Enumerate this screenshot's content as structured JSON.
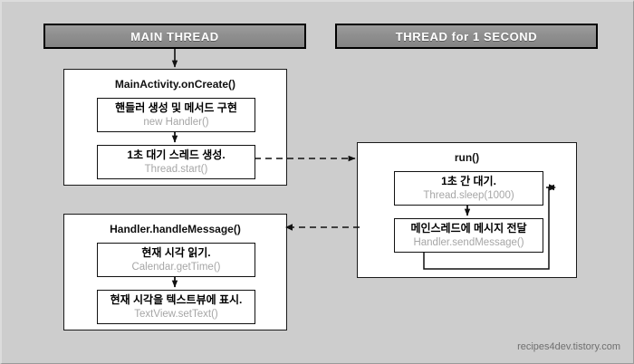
{
  "diagram": {
    "background_color": "#cdcdcd",
    "banners": [
      {
        "id": "main-thread",
        "label": "MAIN  THREAD"
      },
      {
        "id": "worker-thread",
        "label": "THREAD  for  1 SECOND"
      }
    ],
    "groups": [
      {
        "id": "oncreate",
        "title": "MainActivity.onCreate()",
        "steps": [
          {
            "primary": "핸들러 생성 및 메서드 구현",
            "secondary": "new Handler()"
          },
          {
            "primary": "1초 대기 스레드 생성.",
            "secondary": "Thread.start()"
          }
        ]
      },
      {
        "id": "handlemessage",
        "title": "Handler.handleMessage()",
        "steps": [
          {
            "primary": "현재 시각 읽기.",
            "secondary": "Calendar.getTime()"
          },
          {
            "primary": "현재 시각을 텍스트뷰에 표시.",
            "secondary": "TextView.setText()"
          }
        ]
      },
      {
        "id": "run",
        "title": "run()",
        "steps": [
          {
            "primary": "1초 간 대기.",
            "secondary": "Thread.sleep(1000)"
          },
          {
            "primary": "메인스레드에 메시지 전달",
            "secondary": "Handler.sendMessage()"
          }
        ]
      }
    ],
    "connectors": [
      {
        "id": "banner-to-oncreate",
        "style": "solid",
        "direction": "down"
      },
      {
        "id": "new-handler-to-thread-start",
        "style": "solid",
        "direction": "down"
      },
      {
        "id": "thread-start-to-run",
        "style": "dashed",
        "direction": "right"
      },
      {
        "id": "sleep-to-sendmessage",
        "style": "solid",
        "direction": "down"
      },
      {
        "id": "sendmessage-loop-to-sleep",
        "style": "solid",
        "direction": "loop-up"
      },
      {
        "id": "sendmessage-to-handlemessage",
        "style": "dashed",
        "direction": "left"
      },
      {
        "id": "gettime-to-settext",
        "style": "solid",
        "direction": "down"
      }
    ],
    "watermark": "recipes4dev.tistory.com",
    "colors": {
      "banner_text": "#ffffff",
      "banner_fill": "#8f8f8f",
      "step_secondary_text": "#a6a6a6",
      "line": "#111111"
    }
  }
}
